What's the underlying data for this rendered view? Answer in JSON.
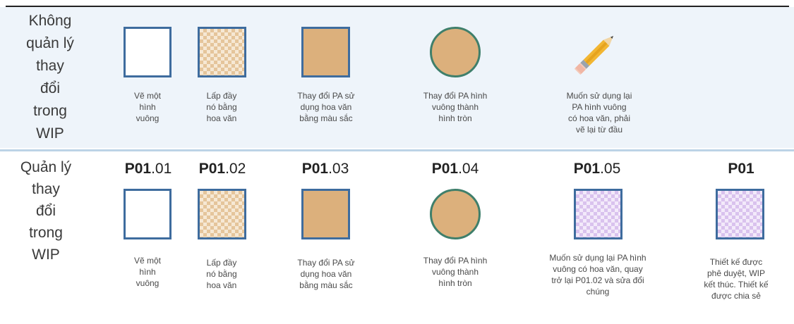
{
  "rows": {
    "without_wip": {
      "label_lines": [
        "Không",
        "quản lý",
        "thay",
        "đổi",
        "trong",
        "WIP"
      ],
      "steps": [
        {
          "shape": "blank-square-icon",
          "caption_lines": [
            "Vẽ một",
            "hình",
            "vuông"
          ]
        },
        {
          "shape": "patterned-square-icon",
          "caption_lines": [
            "Lấp đầy",
            "nó bằng",
            "hoa văn"
          ]
        },
        {
          "shape": "color-square-icon",
          "caption_lines": [
            "Thay đổi PA sử",
            "dụng hoa văn",
            "bằng màu sắc"
          ]
        },
        {
          "shape": "circle-icon",
          "caption_lines": [
            "Thay đổi PA hình",
            "vuông thành",
            "hình tròn"
          ]
        },
        {
          "shape": "pencil-icon",
          "caption_lines": [
            "Muốn sử dụng lại",
            "PA hình vuông",
            "có hoa văn, phải",
            "vẽ lại từ đầu"
          ]
        }
      ]
    },
    "with_wip": {
      "label_lines": [
        "Quản lý",
        "thay",
        "đổi",
        "trong",
        "WIP"
      ],
      "steps": [
        {
          "version_bold": "P01",
          "version_suffix": ".01",
          "shape": "blank-square-icon",
          "caption_lines": [
            "Vẽ một",
            "hình",
            "vuông"
          ]
        },
        {
          "version_bold": "P01",
          "version_suffix": ".02",
          "shape": "patterned-square-icon",
          "caption_lines": [
            "Lấp đầy",
            "nó bằng",
            "hoa văn"
          ]
        },
        {
          "version_bold": "P01",
          "version_suffix": ".03",
          "shape": "color-square-icon",
          "caption_lines": [
            "Thay đổi PA sử",
            "dụng hoa văn",
            "bằng màu sắc"
          ]
        },
        {
          "version_bold": "P01",
          "version_suffix": ".04",
          "shape": "circle-icon",
          "caption_lines": [
            "Thay đổi PA hình",
            "vuông thành",
            "hình tròn"
          ]
        },
        {
          "version_bold": "P01",
          "version_suffix": ".05",
          "shape": "purple-square-icon",
          "caption_lines": [
            "Muốn sử dụng lại PA hình",
            "vuông có hoa văn, quay",
            "trở lại P01.02 và sửa đổi",
            "chúng"
          ]
        },
        {
          "version_bold": "P01",
          "version_suffix": "",
          "shape": "purple-square-icon",
          "caption_lines": [
            "Thiết kế được",
            "phê duyệt, WIP",
            "kết thúc. Thiết kế",
            "được chia sẻ"
          ]
        }
      ]
    }
  },
  "colors": {
    "square_border": "#3e6c9e",
    "fill_tan": "#dcb07c",
    "circle_border": "#3f7f6b",
    "top_row_bg": "#eef4fa"
  }
}
